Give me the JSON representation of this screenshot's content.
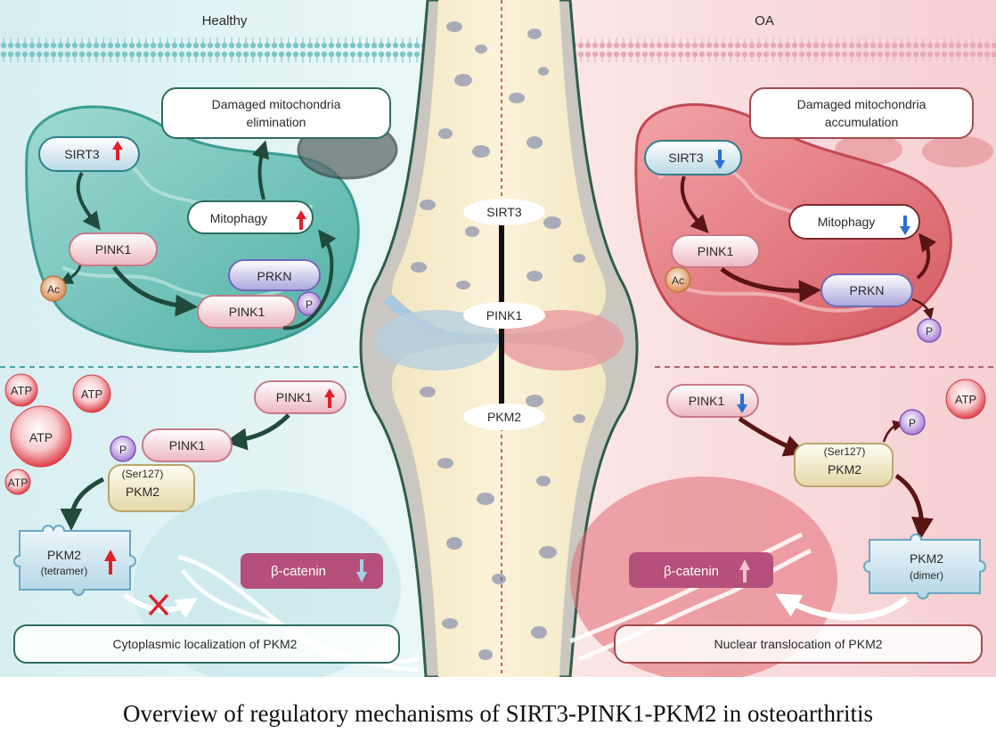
{
  "panels": {
    "left_title": "Healthy",
    "right_title": "OA"
  },
  "healthy": {
    "outcome": [
      "Damaged mitochondria",
      "elimination"
    ],
    "sirt3": "SIRT3",
    "pink1_top": "PINK1",
    "ac": "Ac",
    "mitophagy": "Mitophagy",
    "prkn": "PRKN",
    "pink1_p": "PINK1",
    "p_top": "P",
    "atp_labels": [
      "ATP",
      "ATP",
      "ATP",
      "ATP"
    ],
    "pink1_lower": "PINK1",
    "p_lower": "P",
    "pink1_mid": "PINK1",
    "ser": "(Ser127)",
    "pkm2": "PKM2",
    "tetramer": [
      "PKM2",
      "(tetramer)"
    ],
    "beta_catenin": "β-catenin",
    "localization": "Cytoplasmic localization of PKM2"
  },
  "center": {
    "labels": [
      "SIRT3",
      "PINK1",
      "PKM2"
    ]
  },
  "oa": {
    "outcome": [
      "Damaged mitochondria",
      "accumulation"
    ],
    "sirt3": "SIRT3",
    "mitophagy": "Mitophagy",
    "pink1_top": "PINK1",
    "ac": "Ac",
    "prkn": "PRKN",
    "p_top": "P",
    "pink1_lower": "PINK1",
    "atp": "ATP",
    "p_lower": "P",
    "ser": "(Ser127)",
    "pkm2": "PKM2",
    "dimer": [
      "PKM2",
      "(dimer)"
    ],
    "beta_catenin": "β-catenin",
    "translocation": "Nuclear translocation of PKM2"
  },
  "caption": "Overview of regulatory mechanisms of SIRT3-PINK1-PKM2 in osteoarthritis",
  "colors": {
    "healthy_bg": "#d9f0f2",
    "oa_bg": "#f9dadc",
    "up_arrow": "#e0202a",
    "down_arrow": "#2a6fd0",
    "healthy_arrow": "#1f4a3c",
    "oa_arrow": "#5a1414",
    "beta_catenin_box": "#b4507a"
  }
}
